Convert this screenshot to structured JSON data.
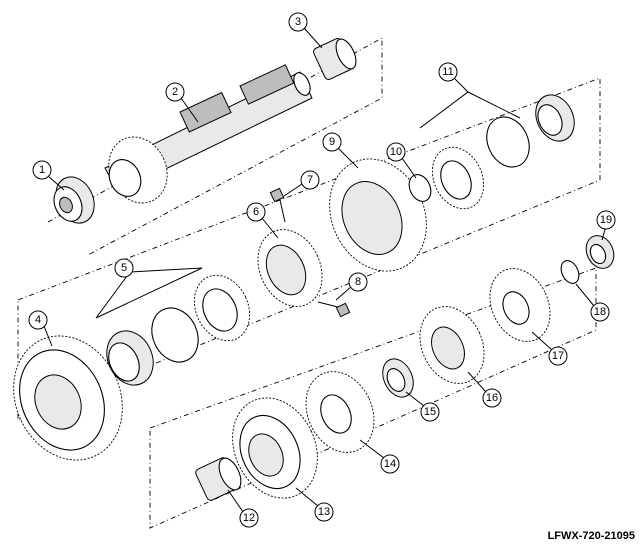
{
  "diagram": {
    "reference_code": "LFWX-720-21095",
    "callouts": [
      {
        "id": "1",
        "label": "1"
      },
      {
        "id": "2",
        "label": "2"
      },
      {
        "id": "3",
        "label": "3"
      },
      {
        "id": "4",
        "label": "4"
      },
      {
        "id": "5",
        "label": "5"
      },
      {
        "id": "6",
        "label": "6"
      },
      {
        "id": "7",
        "label": "7"
      },
      {
        "id": "8",
        "label": "8"
      },
      {
        "id": "9",
        "label": "9"
      },
      {
        "id": "10",
        "label": "10"
      },
      {
        "id": "11",
        "label": "11"
      },
      {
        "id": "12",
        "label": "12"
      },
      {
        "id": "13",
        "label": "13"
      },
      {
        "id": "14",
        "label": "14"
      },
      {
        "id": "15",
        "label": "15"
      },
      {
        "id": "16",
        "label": "16"
      },
      {
        "id": "17",
        "label": "17"
      },
      {
        "id": "18",
        "label": "18"
      },
      {
        "id": "19",
        "label": "19"
      }
    ]
  }
}
